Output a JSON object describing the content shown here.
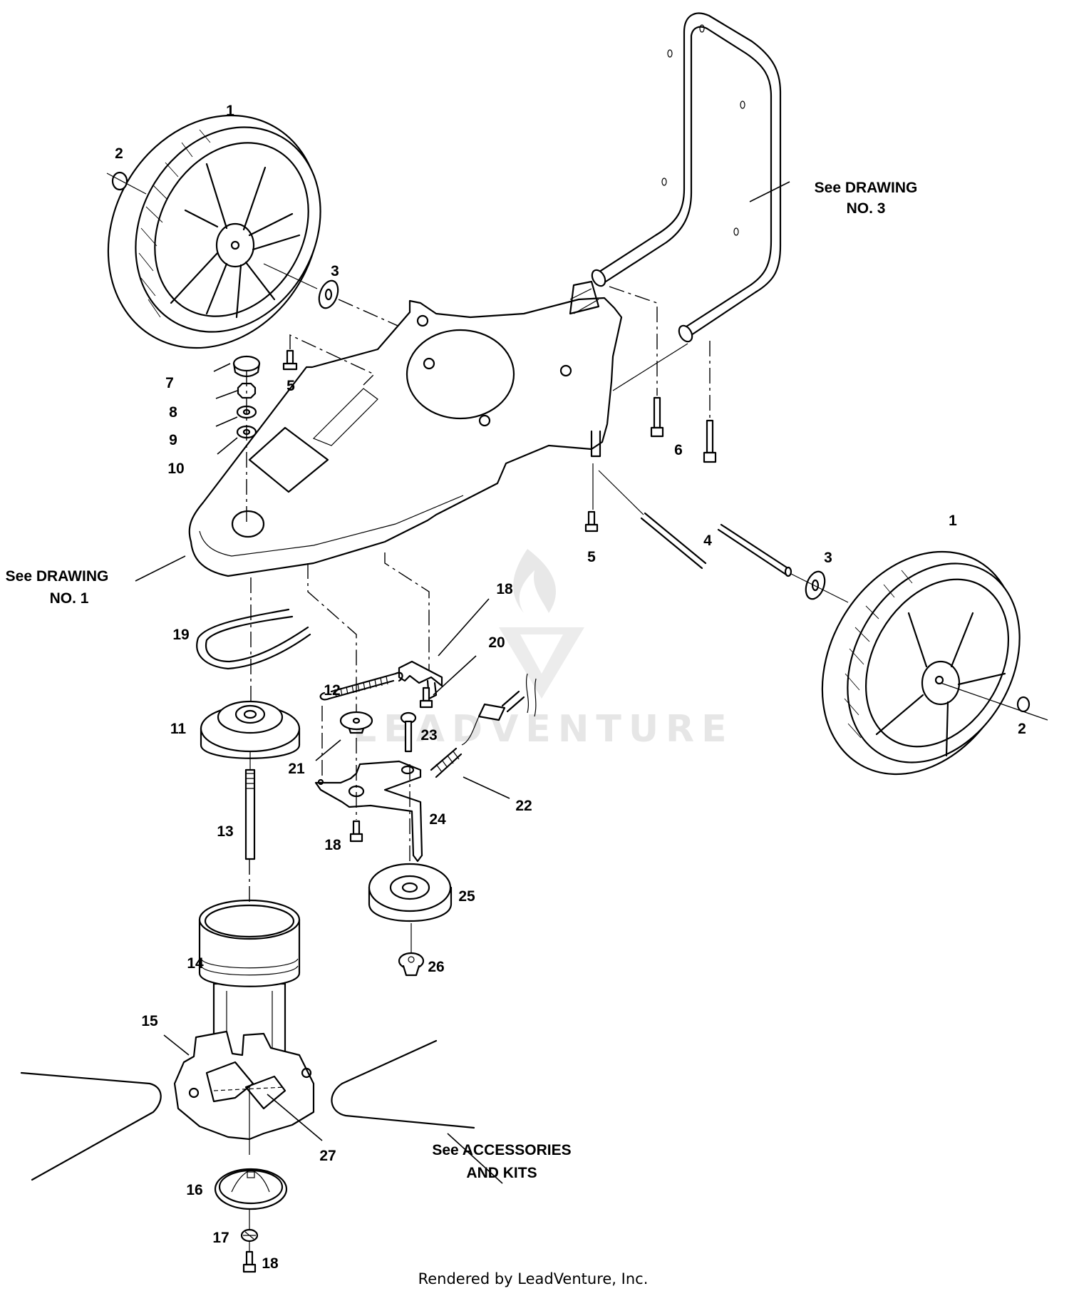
{
  "diagram": {
    "title": "Trimmer Mower Deck, Wheels & Handle — Exploded Parts View",
    "watermark": "LEADVENTURE",
    "footer": "Rendered by LeadVenture, Inc.",
    "references": [
      {
        "id": "ref-drawing-3",
        "line1": "See DRAWING",
        "line2": "NO. 3"
      },
      {
        "id": "ref-drawing-1",
        "line1": "See DRAWING",
        "line2": "NO. 1"
      },
      {
        "id": "ref-accessories",
        "line1": "See ACCESSORIES",
        "line2": "AND KITS"
      }
    ],
    "callouts": [
      {
        "num": "1",
        "part": "wheel-left"
      },
      {
        "num": "2",
        "part": "push-nut-left"
      },
      {
        "num": "3",
        "part": "washer-left"
      },
      {
        "num": "7",
        "part": "plug-cap"
      },
      {
        "num": "8",
        "part": "hex-nut"
      },
      {
        "num": "9",
        "part": "washer"
      },
      {
        "num": "10",
        "part": "washer"
      },
      {
        "num": "5",
        "part": "bolt-upper"
      },
      {
        "num": "6",
        "part": "handle-bolt"
      },
      {
        "num": "5",
        "part": "bolt-right"
      },
      {
        "num": "4",
        "part": "axle"
      },
      {
        "num": "3",
        "part": "washer-right"
      },
      {
        "num": "1",
        "part": "wheel-right"
      },
      {
        "num": "2",
        "part": "push-nut-right"
      },
      {
        "num": "19",
        "part": "bracket"
      },
      {
        "num": "18",
        "part": "bolt-bracket"
      },
      {
        "num": "11",
        "part": "belt"
      },
      {
        "num": "20",
        "part": "extension-spring"
      },
      {
        "num": "12",
        "part": "drive-pulley"
      },
      {
        "num": "23",
        "part": "shoulder-bolt"
      },
      {
        "num": "21",
        "part": "spacer"
      },
      {
        "num": "22",
        "part": "cable-spring"
      },
      {
        "num": "24",
        "part": "idler-arm"
      },
      {
        "num": "13",
        "part": "spindle-shaft"
      },
      {
        "num": "18",
        "part": "bolt-idler"
      },
      {
        "num": "25",
        "part": "idler-pulley"
      },
      {
        "num": "14",
        "part": "spindle-housing"
      },
      {
        "num": "26",
        "part": "flange-nut"
      },
      {
        "num": "15",
        "part": "trimmer-head"
      },
      {
        "num": "27",
        "part": "line-insert"
      },
      {
        "num": "16",
        "part": "cup"
      },
      {
        "num": "17",
        "part": "nut"
      },
      {
        "num": "18",
        "part": "bolt-bottom"
      }
    ]
  }
}
